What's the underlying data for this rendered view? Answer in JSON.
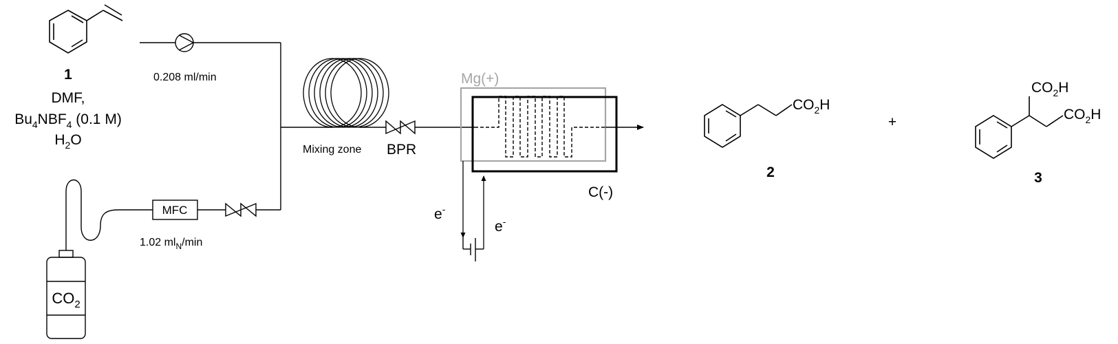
{
  "compound_1": {
    "number": "1",
    "solvent_line1": "DMF,",
    "electrolyte_main": "Bu",
    "electrolyte_sub1": "4",
    "electrolyte_mid": "NBF",
    "electrolyte_sub2": "4",
    "electrolyte_conc": " (0.1 M)",
    "water_main": "H",
    "water_sub": "2",
    "water_end": "O"
  },
  "pump": {
    "flow_rate": "0.208 ml/min"
  },
  "gas_line": {
    "mfc_label": "MFC",
    "flow_main": "1.02 ml",
    "flow_sub": "N",
    "flow_end": "/min",
    "cylinder_main": "CO",
    "cylinder_sub": "2"
  },
  "mixing_zone_label": "Mixing zone",
  "bpr_label": "BPR",
  "cell": {
    "anode_label": "Mg(+)",
    "cathode_label": "C(-)",
    "electron_main": "e",
    "electron_sup": "-"
  },
  "products": {
    "p2_acid_main": "CO",
    "p2_acid_sub": "2",
    "p2_acid_end": "H",
    "p2_number": "2",
    "plus": "+",
    "p3_acid1_main": "CO",
    "p3_acid1_sub": "2",
    "p3_acid1_end": "H",
    "p3_acid2_main": "CO",
    "p3_acid2_sub": "2",
    "p3_acid2_end": "H",
    "p3_number": "3"
  },
  "colors": {
    "line": "#000000",
    "anode": "#a6a6a6"
  }
}
